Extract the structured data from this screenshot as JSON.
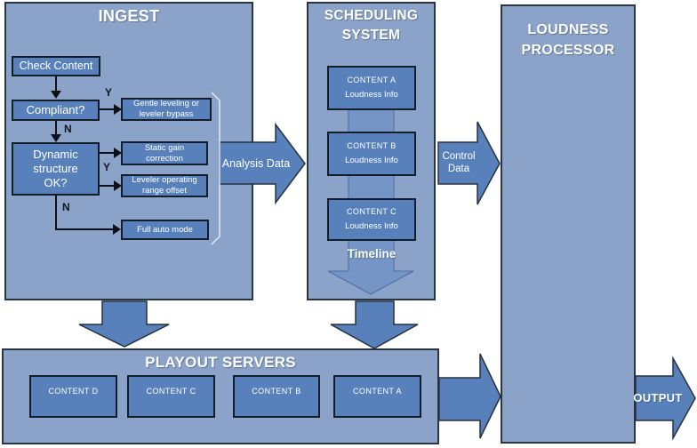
{
  "diagram": {
    "ingest": {
      "title": "INGEST",
      "check_content": "Check Content",
      "compliant": "Compliant?",
      "dynamic": "Dynamic structure OK?",
      "gentle_leveling": "Gentle leveling or leveler bypass",
      "static_gain": "Static gain correction",
      "leveler_offset": "Leveler operating range offset",
      "full_auto": "Full auto mode",
      "yes_label": "Y",
      "no_label": "N"
    },
    "scheduling": {
      "title_line1": "SCHEDULING",
      "title_line2": "SYSTEM",
      "items": [
        {
          "name": "CONTENT A",
          "info": "Loudness Info"
        },
        {
          "name": "CONTENT B",
          "info": "Loudness Info"
        },
        {
          "name": "CONTENT C",
          "info": "Loudness Info"
        }
      ],
      "timeline_label": "Timeline"
    },
    "loudness_processor": {
      "title_line1": "LOUDNESS",
      "title_line2": "PROCESSOR"
    },
    "playout": {
      "title": "PLAYOUT SERVERS",
      "items": [
        "CONTENT D",
        "CONTENT C",
        "CONTENT B",
        "CONTENT A"
      ]
    },
    "arrows": {
      "analysis_data": "Analysis Data",
      "control_line1": "Control",
      "control_line2": "Data",
      "output": "OUTPUT"
    }
  },
  "colors": {
    "panel_fill": "#8ba3c9",
    "node_fill": "#5880ba",
    "block_arrow_fill": "#5880ba",
    "timeline_fill": "#7495c5",
    "border_dark": "#141e2a",
    "text_light": "#ffffff"
  }
}
